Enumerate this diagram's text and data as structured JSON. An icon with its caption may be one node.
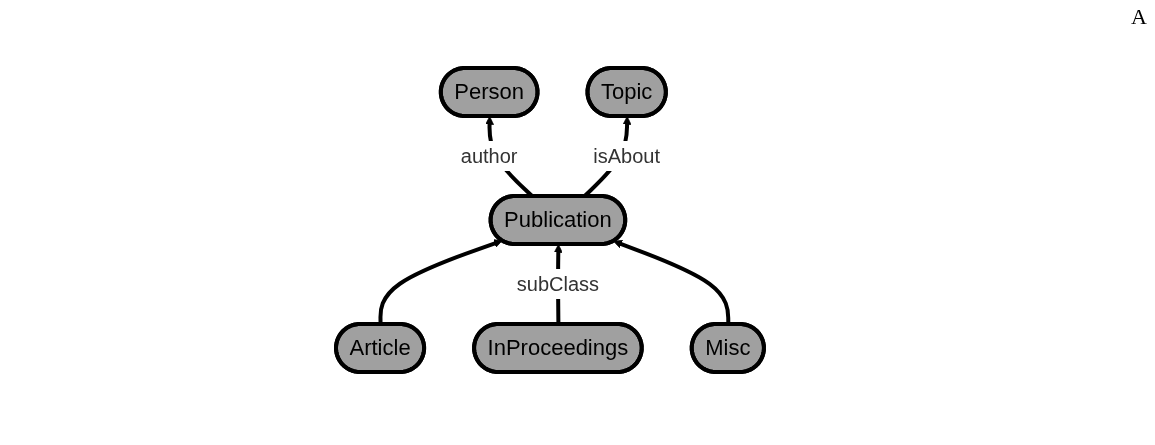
{
  "diagram": {
    "nodes": [
      {
        "text": [
          "Person"
        ]
      },
      {
        "text": [
          "Publication"
        ]
      },
      {
        "text": [
          "Topic"
        ]
      },
      {
        "text": [
          "Article"
        ]
      },
      {
        "text": [
          "InProceedings"
        ]
      },
      {
        "text": [
          "Misc"
        ]
      }
    ],
    "edges": [
      {
        "from": 1,
        "to": 0,
        "arrow": "to",
        "label": "author"
      },
      {
        "from": 1,
        "to": 2,
        "arrow": "to",
        "label": "isAbout"
      },
      {
        "from": 3,
        "to": 1,
        "arrow": "to"
      },
      {
        "from": 4,
        "to": 1,
        "arrow": "to",
        "label": "subClass"
      },
      {
        "from": 5,
        "to": 1,
        "arrow": "to"
      }
    ],
    "labels": [
      "A"
    ]
  }
}
